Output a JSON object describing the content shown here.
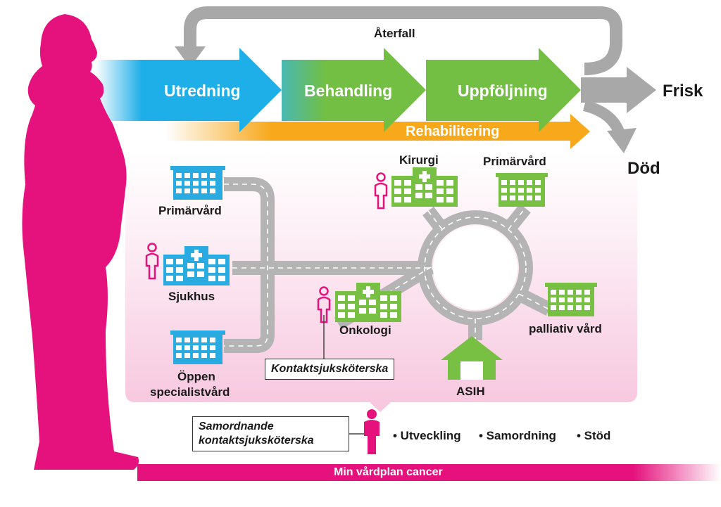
{
  "flow": {
    "relapse": "Återfall",
    "steps": [
      "Utredning",
      "Behandling",
      "Uppföljning"
    ],
    "rehab": "Rehabilitering",
    "outcomes": {
      "healthy": "Frisk",
      "dead": "Död"
    }
  },
  "facilities": {
    "primarvard_left": "Primärvård",
    "sjukhus": "Sjukhus",
    "oppen_line1": "Öppen",
    "oppen_line2": "specialistvård",
    "kirurgi": "Kirurgi",
    "primarvard_right": "Primärvård",
    "onkologi": "Onkologi",
    "palliativ": "palliativ vård",
    "asih": "ASIH"
  },
  "roles": {
    "contact_nurse": "Kontaktsjuksköterska",
    "coord_line1": "Samordnande",
    "coord_line2": "kontaktsjuksköterska"
  },
  "tasks": [
    "• Utveckling",
    "• Samordning",
    "• Stöd"
  ],
  "bottom_bar": "Min vårdplan cancer",
  "colors": {
    "magenta": "#e5127d",
    "blue": "#1eaee8",
    "green": "#72bf44",
    "orange": "#f7a81b",
    "gray": "#a8a8a8",
    "building_blue": "#29abe2",
    "building_green": "#77c043"
  }
}
